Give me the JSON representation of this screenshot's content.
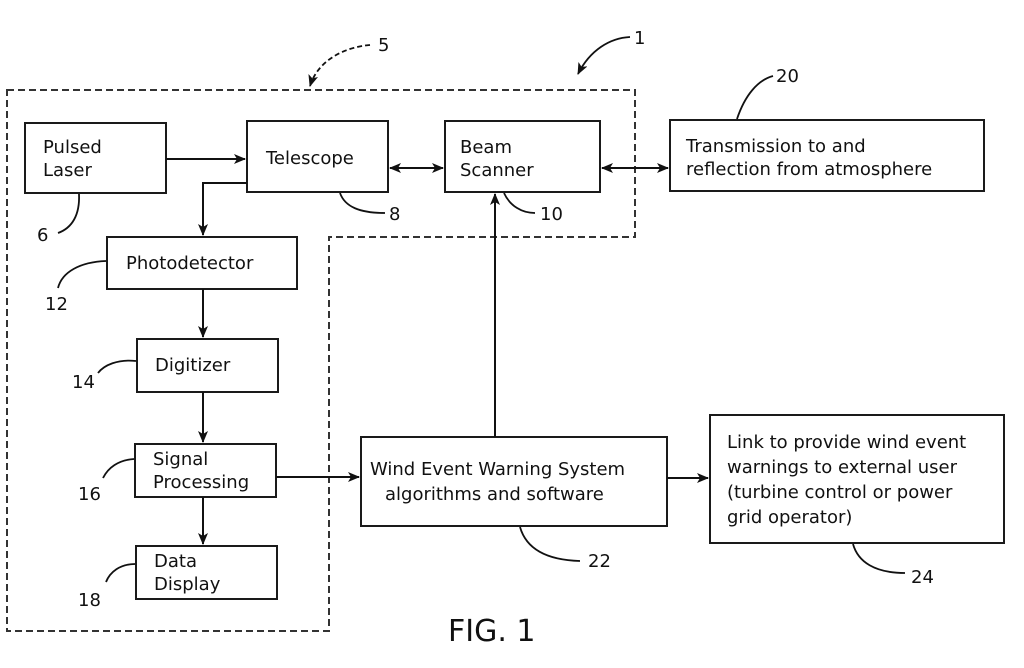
{
  "figure": {
    "caption": "FIG. 1",
    "system_ref": "1",
    "enclosure_ref": "5"
  },
  "blocks": {
    "pulsed_laser": {
      "lines": [
        "Pulsed",
        "Laser"
      ],
      "ref": "6"
    },
    "telescope": {
      "lines": [
        "Telescope"
      ],
      "ref": "8"
    },
    "beam_scanner": {
      "lines": [
        "Beam",
        "Scanner"
      ],
      "ref": "10"
    },
    "atmosphere": {
      "lines": [
        "Transmission to and",
        "reflection from atmosphere"
      ],
      "ref": "20"
    },
    "photodetector": {
      "lines": [
        "Photodetector"
      ],
      "ref": "12"
    },
    "digitizer": {
      "lines": [
        "Digitizer"
      ],
      "ref": "14"
    },
    "signal_processing": {
      "lines": [
        "Signal",
        "Processing"
      ],
      "ref": "16"
    },
    "data_display": {
      "lines": [
        "Data",
        "Display"
      ],
      "ref": "18"
    },
    "warning_system": {
      "lines": [
        "Wind Event Warning System",
        "algorithms and software"
      ],
      "ref": "22"
    },
    "external_link": {
      "lines": [
        "Link to provide wind event",
        "warnings to external user",
        "(turbine control or power",
        "grid operator)"
      ],
      "ref": "24"
    }
  }
}
